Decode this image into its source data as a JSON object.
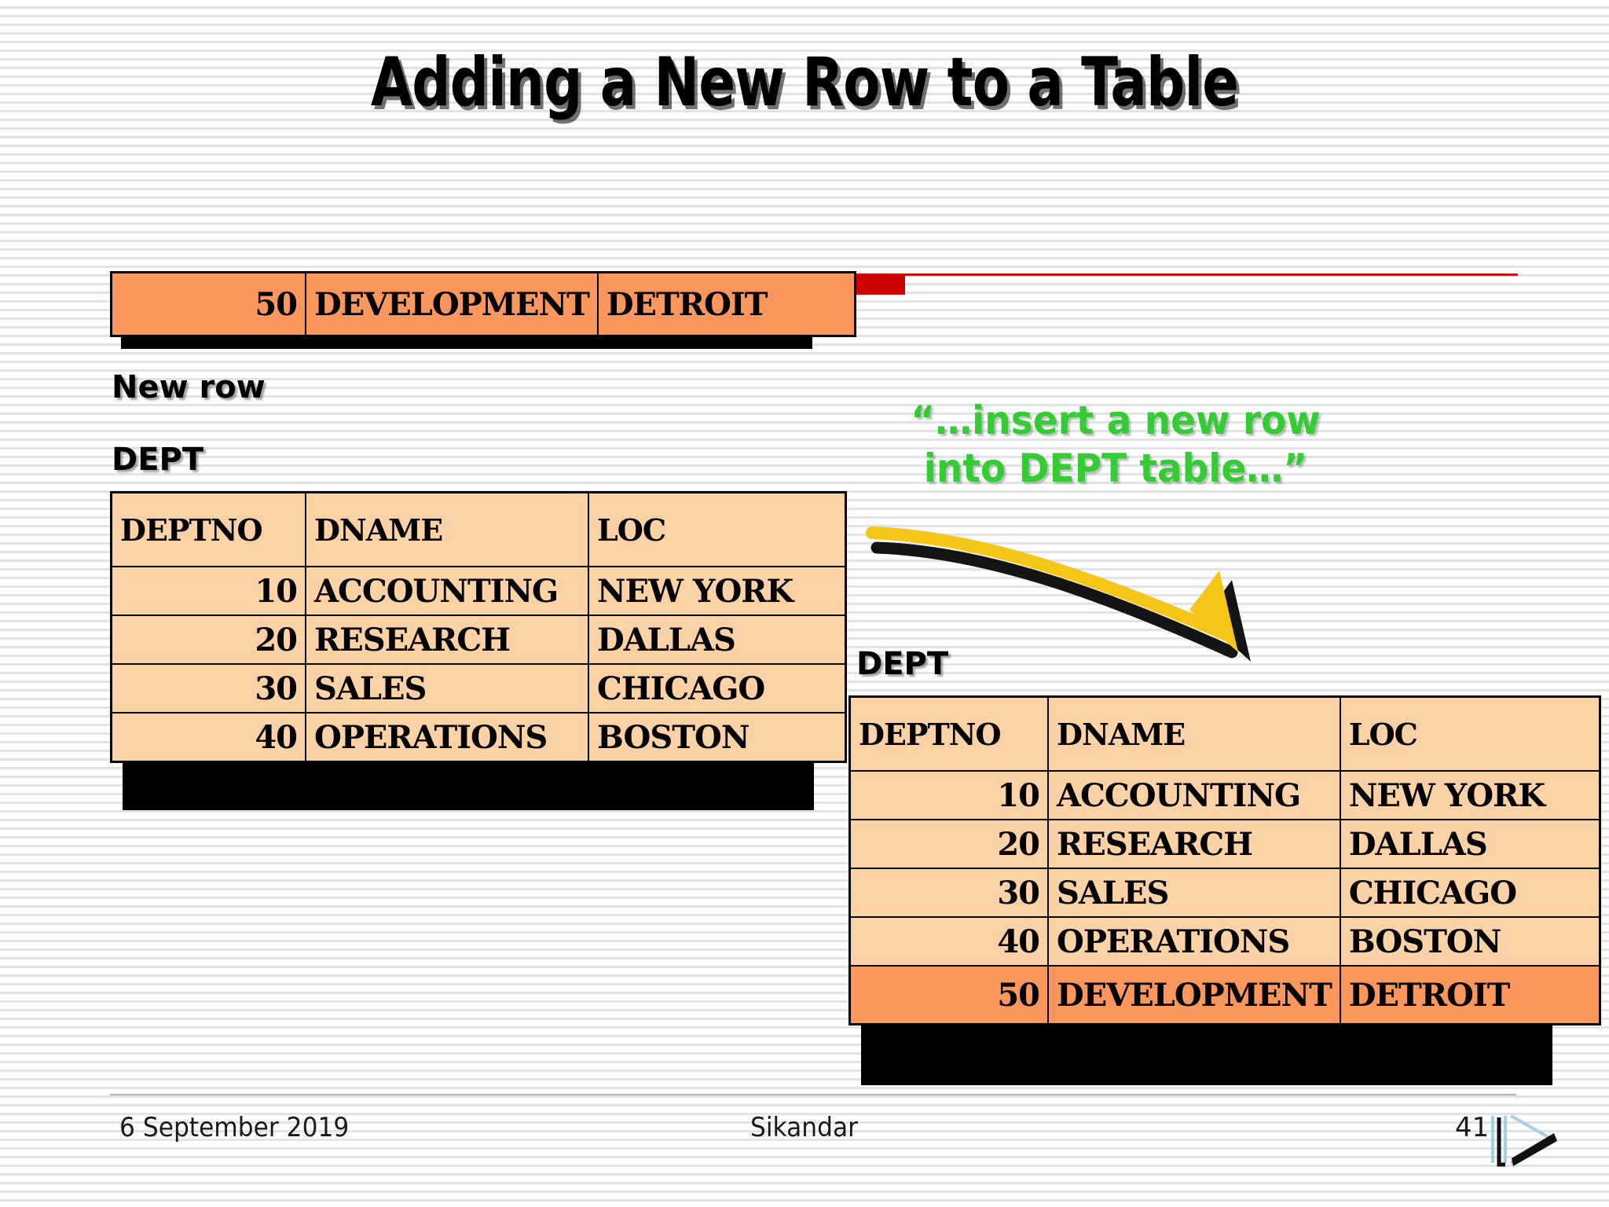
{
  "slide": {
    "title": "Adding a New Row to a Table",
    "background_stripes": true,
    "accent_green": "#33CC33",
    "accent_red": "#CC0000",
    "table_fill": "#FBD2A5",
    "highlight_fill": "#FB975C"
  },
  "new_row_block": {
    "caption": "New row",
    "columns": [
      "deptno",
      "dname",
      "loc"
    ],
    "row": {
      "deptno": "50",
      "dname": "DEVELOPMENT",
      "loc": "DETROIT"
    }
  },
  "left_table": {
    "caption": "DEPT",
    "headers": [
      "DEPTNO",
      "DNAME",
      "LOC"
    ],
    "rows": [
      {
        "deptno": "10",
        "dname": "ACCOUNTING",
        "loc": "NEW YORK"
      },
      {
        "deptno": "20",
        "dname": "RESEARCH",
        "loc": "DALLAS"
      },
      {
        "deptno": "30",
        "dname": "SALES",
        "loc": "CHICAGO"
      },
      {
        "deptno": "40",
        "dname": "OPERATIONS",
        "loc": "BOSTON"
      }
    ]
  },
  "right_table": {
    "caption": "DEPT",
    "headers": [
      "DEPTNO",
      "DNAME",
      "LOC"
    ],
    "rows": [
      {
        "deptno": "10",
        "dname": "ACCOUNTING",
        "loc": "NEW YORK",
        "highlight": false
      },
      {
        "deptno": "20",
        "dname": "RESEARCH",
        "loc": "DALLAS",
        "highlight": false
      },
      {
        "deptno": "30",
        "dname": "SALES",
        "loc": "CHICAGO",
        "highlight": false
      },
      {
        "deptno": "40",
        "dname": "OPERATIONS",
        "loc": "BOSTON",
        "highlight": false
      },
      {
        "deptno": "50",
        "dname": "DEVELOPMENT",
        "loc": "DETROIT",
        "highlight": true
      }
    ]
  },
  "quote": {
    "line1": "“…insert a new row",
    "line2": "into DEPT table…”"
  },
  "footer": {
    "date": "6 September 2019",
    "author": "Sikandar",
    "page": "41"
  }
}
